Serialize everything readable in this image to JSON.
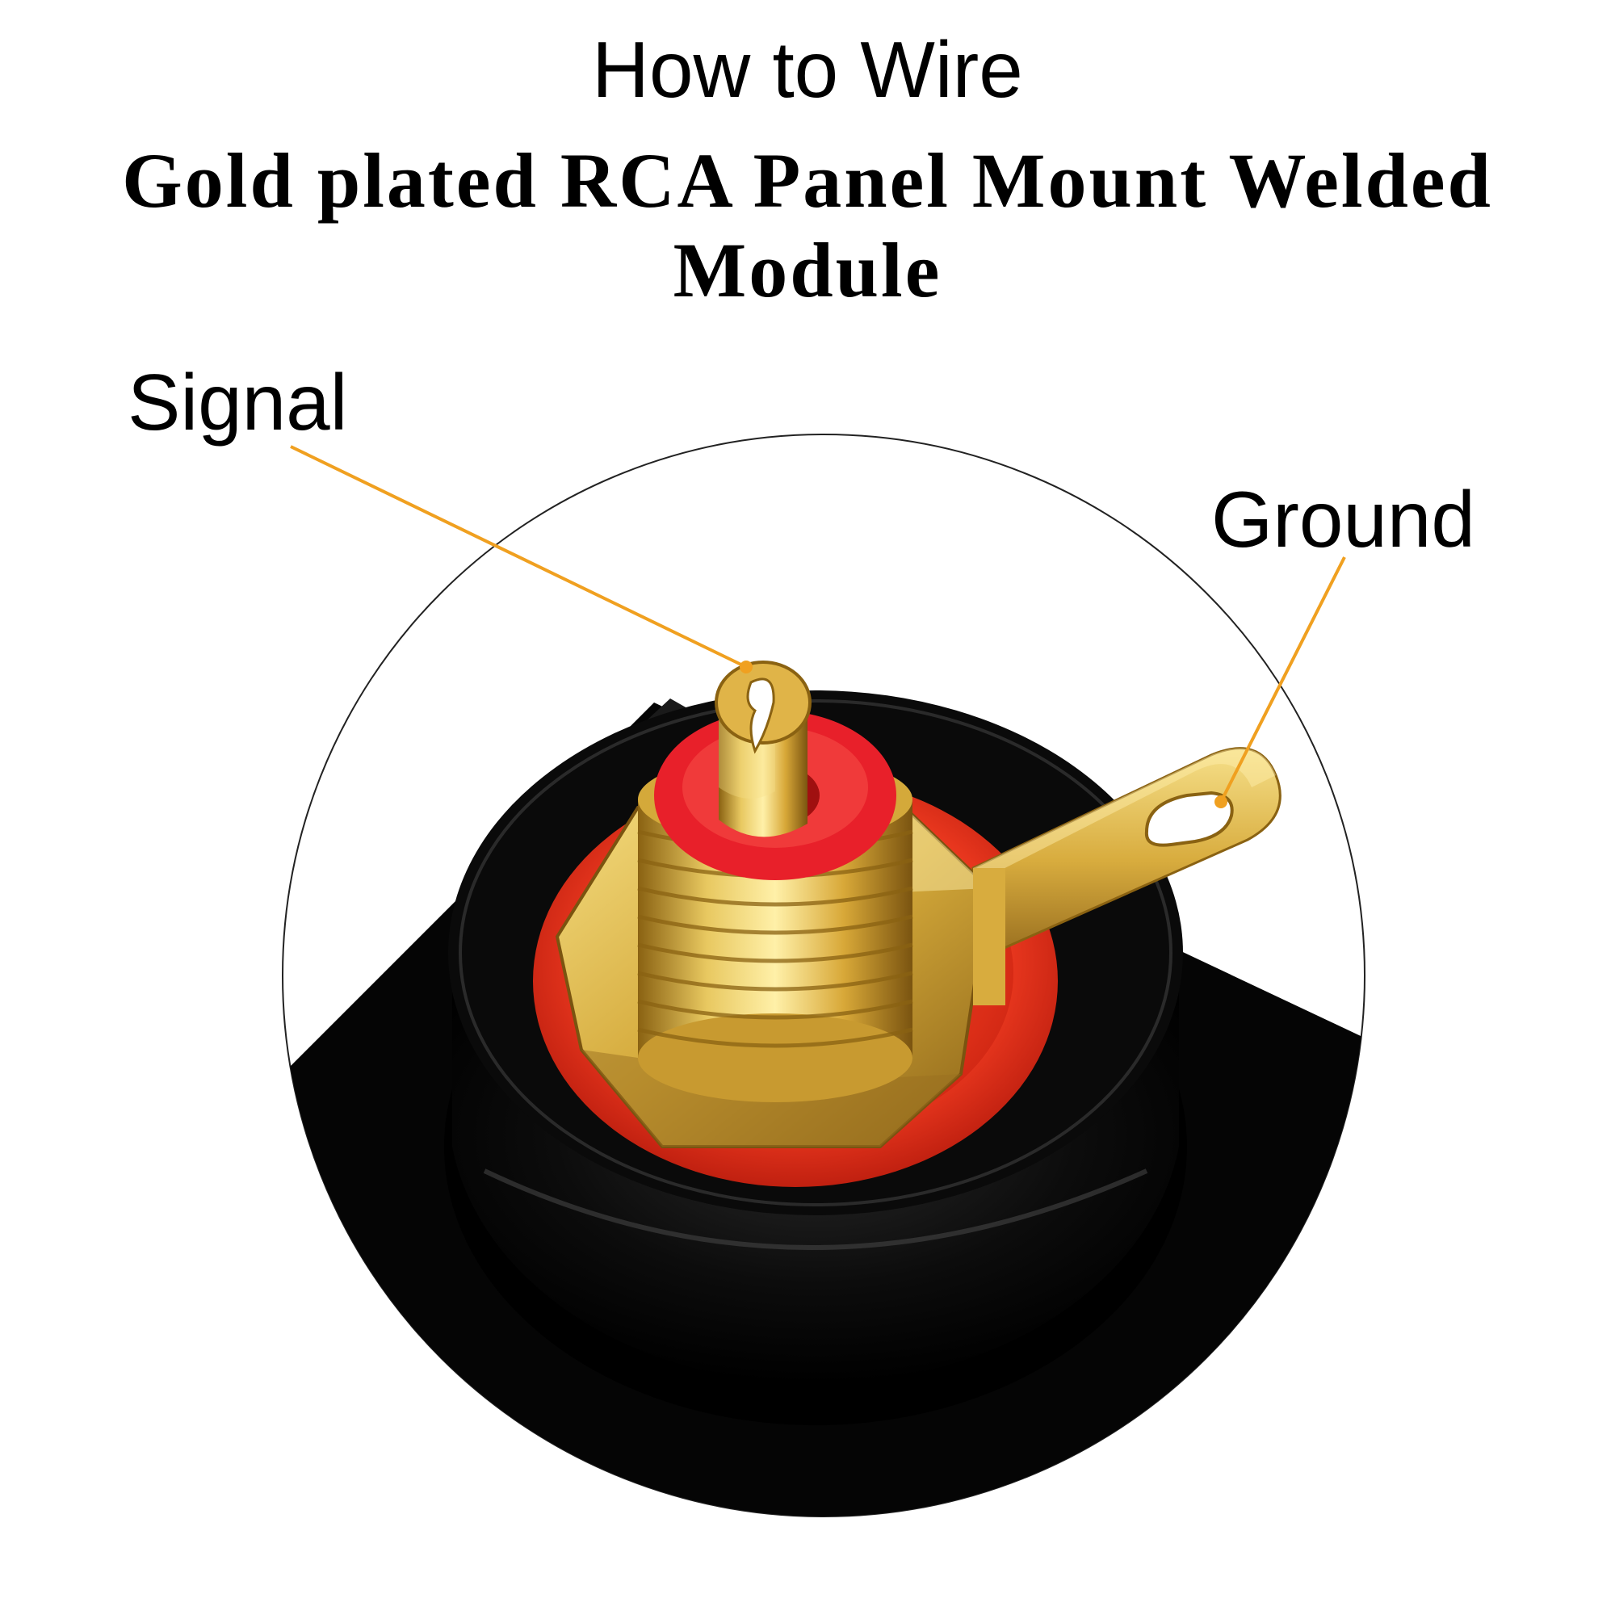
{
  "header": {
    "title": "How to Wire",
    "subtitle": "Gold plated RCA Panel Mount Welded Module"
  },
  "callouts": {
    "signal": "Signal",
    "ground": "Ground"
  },
  "colors": {
    "leader_line": "#f0a020",
    "gold": "#d4a93a",
    "red_insulator": "#e0222d",
    "body_black": "#0a0a0a"
  }
}
